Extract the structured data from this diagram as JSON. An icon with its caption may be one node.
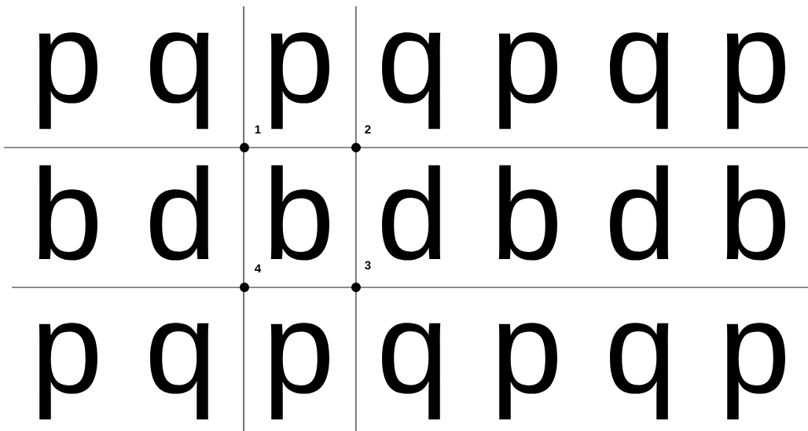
{
  "diagram": {
    "labels": [
      "p",
      "q",
      "p",
      "q",
      "p",
      "q",
      "p",
      "1",
      "2",
      "b",
      "d",
      "b",
      "d",
      "b",
      "d",
      "b",
      "4",
      "3",
      "p",
      "q",
      "p",
      "q",
      "p",
      "q",
      "p"
    ]
  }
}
